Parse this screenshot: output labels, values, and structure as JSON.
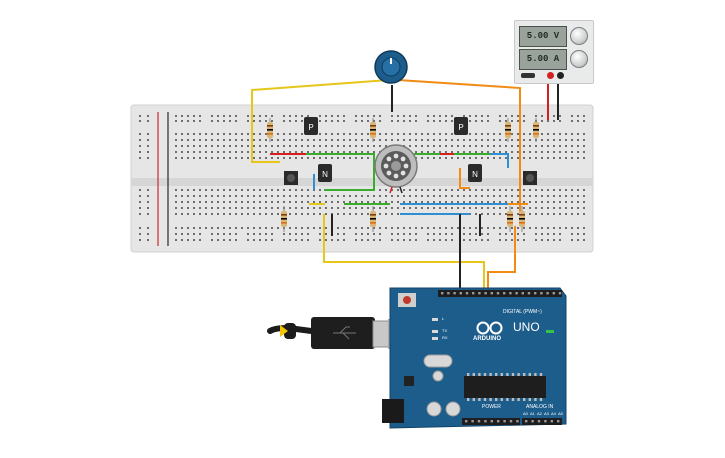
{
  "power_supply": {
    "voltage_display": "5.00 V",
    "current_display": "5.00 A"
  },
  "arduino": {
    "model_label": "UNO",
    "brand_label": "ARDUINO",
    "digital_header_label": "DIGITAL (PWM~)",
    "power_header_label": "POWER",
    "analog_header_label": "ANALOG IN",
    "led_labels": [
      "L",
      "TX",
      "RX"
    ],
    "analog_pins": [
      "A0",
      "A1",
      "A2",
      "A3",
      "A4",
      "A5"
    ]
  },
  "breadboard": {
    "transistor_labels": [
      "P",
      "N",
      "P",
      "N"
    ]
  },
  "colors": {
    "breadboard": "#e6e6e6",
    "arduino_board": "#1d5d8c",
    "wire_yellow": "#e6c619",
    "wire_orange": "#f08c14",
    "wire_green": "#3aae2c",
    "wire_blue": "#2f8fd0",
    "wire_red": "#d42020",
    "wire_black": "#222222"
  }
}
